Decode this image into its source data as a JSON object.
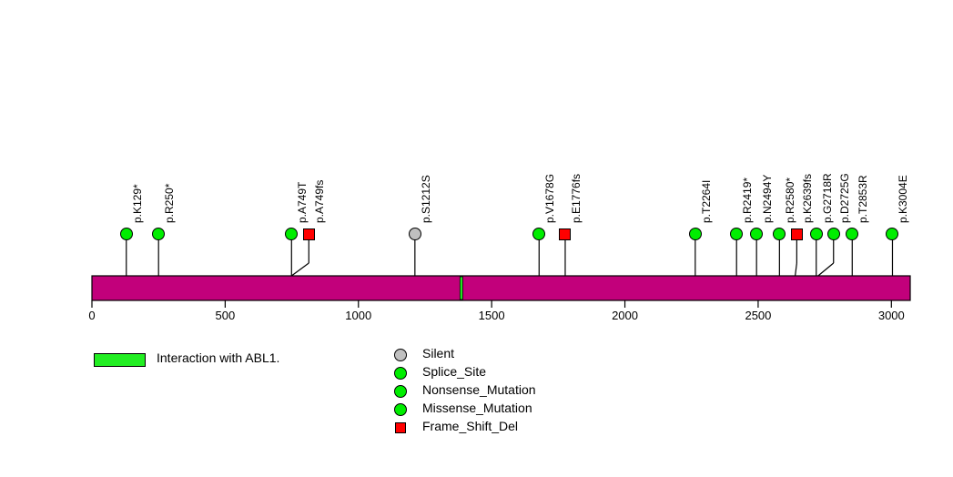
{
  "chart_data": {
    "type": "scatter",
    "title": "",
    "xlabel": "",
    "ylabel": "",
    "xlim": [
      0,
      3070
    ],
    "grid": false,
    "legend_position": "bottom",
    "protein": {
      "length": 3070,
      "bar_color": "#C2007B",
      "domains": [
        {
          "name": "Interaction with ABL1.",
          "start": 1381,
          "end": 1390,
          "color": "#22EE22"
        }
      ]
    },
    "axis": {
      "ticks": [
        0,
        500,
        1000,
        1500,
        2000,
        2500,
        3000
      ],
      "tick_labels": [
        "0",
        "500",
        "1000",
        "1500",
        "2000",
        "2500",
        "3000"
      ]
    },
    "mutations": [
      {
        "label": "p.K129*",
        "position": 129,
        "shape": "circle",
        "color": "#00EE00",
        "type": "Nonsense_Mutation"
      },
      {
        "label": "p.R250*",
        "position": 250,
        "shape": "circle",
        "color": "#00EE00",
        "type": "Nonsense_Mutation"
      },
      {
        "label": "p.A749T",
        "position": 749,
        "shape": "circle",
        "color": "#00EE00",
        "type": "Missense_Mutation"
      },
      {
        "label": "p.A749fs",
        "position": 749,
        "shape": "square",
        "color": "#FF0000",
        "type": "Frame_Shift_Del"
      },
      {
        "label": "p.S1212S",
        "position": 1212,
        "shape": "circle",
        "color": "#C0C0C0",
        "type": "Silent"
      },
      {
        "label": "p.V1678G",
        "position": 1678,
        "shape": "circle",
        "color": "#00EE00",
        "type": "Missense_Mutation"
      },
      {
        "label": "p.E1776fs",
        "position": 1776,
        "shape": "square",
        "color": "#FF0000",
        "type": "Frame_Shift_Del"
      },
      {
        "label": "p.T2264I",
        "position": 2264,
        "shape": "circle",
        "color": "#00EE00",
        "type": "Missense_Mutation"
      },
      {
        "label": "p.R2419*",
        "position": 2419,
        "shape": "circle",
        "color": "#00EE00",
        "type": "Nonsense_Mutation"
      },
      {
        "label": "p.N2494Y",
        "position": 2494,
        "shape": "circle",
        "color": "#00EE00",
        "type": "Missense_Mutation"
      },
      {
        "label": "p.R2580*",
        "position": 2580,
        "shape": "circle",
        "color": "#00EE00",
        "type": "Nonsense_Mutation"
      },
      {
        "label": "p.K2639fs",
        "position": 2639,
        "shape": "square",
        "color": "#FF0000",
        "type": "Frame_Shift_Del"
      },
      {
        "label": "p.G2718R",
        "position": 2718,
        "shape": "circle",
        "color": "#00EE00",
        "type": "Missense_Mutation"
      },
      {
        "label": "p.D2725G",
        "position": 2725,
        "shape": "circle",
        "color": "#00EE00",
        "type": "Missense_Mutation"
      },
      {
        "label": "p.T2853R",
        "position": 2853,
        "shape": "circle",
        "color": "#00EE00",
        "type": "Missense_Mutation"
      },
      {
        "label": "p.K3004E",
        "position": 3004,
        "shape": "circle",
        "color": "#00EE00",
        "type": "Missense_Mutation"
      }
    ]
  },
  "legend": {
    "domain_entries": [
      {
        "label": "Interaction with ABL1.",
        "color": "#22EE22",
        "shape": "rect"
      }
    ],
    "mutation_entries": [
      {
        "label": "Silent",
        "color": "#C0C0C0",
        "shape": "circle"
      },
      {
        "label": "Splice_Site",
        "color": "#00EE00",
        "shape": "circle"
      },
      {
        "label": "Nonsense_Mutation",
        "color": "#00EE00",
        "shape": "circle"
      },
      {
        "label": "Missense_Mutation",
        "color": "#00EE00",
        "shape": "circle"
      },
      {
        "label": "Frame_Shift_Del",
        "color": "#FF0000",
        "shape": "square"
      }
    ]
  }
}
